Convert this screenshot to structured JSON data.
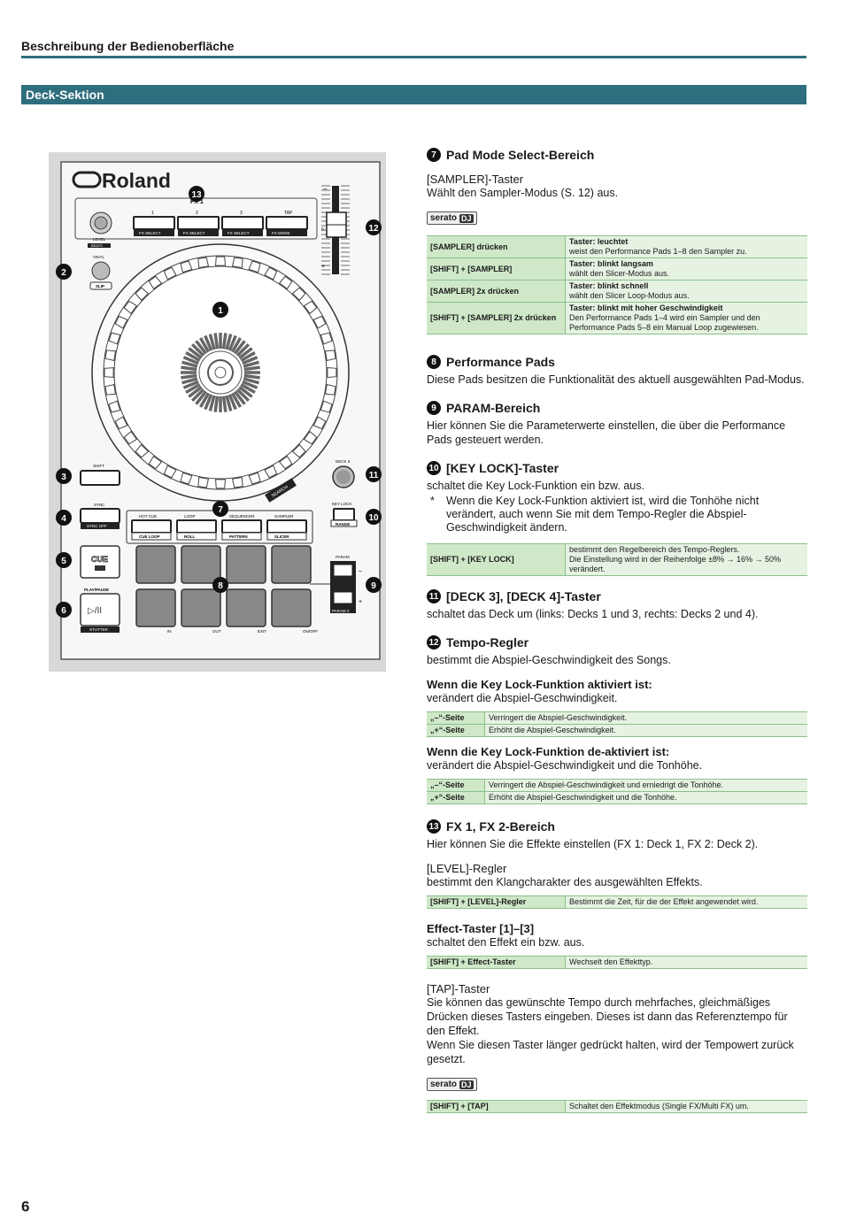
{
  "header": {
    "title": "Beschreibung der Bedienoberfläche"
  },
  "section": {
    "title": "Deck-Sektion"
  },
  "page_number": "6",
  "device": {
    "brand": "Roland",
    "fx_title": "FX 1",
    "fx_numbers": [
      "1",
      "2",
      "3",
      "TAP"
    ],
    "fx_button_labels": [
      "FX SELECT",
      "FX SELECT",
      "FX SELECT",
      "FX MODE"
    ],
    "level_label": "LEVEL",
    "beats_label": "BEATS",
    "vinyl_label": "VINYL",
    "slip_label": "SLIP",
    "shift_label": "SHIFT",
    "sync_label": "SYNC",
    "sync_off_label": "SYNC OFF",
    "cue_label": "CUE",
    "play_pause_label": "PLAY/PAUSE",
    "play_symbol": "▷/II",
    "stutter_label": "STUTTER",
    "deck3_label": "DECK 3",
    "key_lock_label": "KEY LOCK",
    "range_label": "RANGE",
    "param_label": "PARAM",
    "param2_label": "PARAM 2",
    "search_label": "SEARCH",
    "mode_labels": [
      "HOT CUE",
      "LOOP",
      "SEQUENCER",
      "SAMPLER"
    ],
    "mode_sub_labels": [
      "CUE LOOP",
      "ROLL",
      "PATTERN",
      "SLICER"
    ],
    "pad_bottom_labels": [
      "IN",
      "OUT",
      "EXIT",
      "ON/OFF"
    ],
    "tempo_minus": "–",
    "tempo_zero": "0",
    "tempo_plus": "+",
    "param_minus": "–",
    "param_plus": "+",
    "callouts": [
      "1",
      "2",
      "3",
      "4",
      "5",
      "6",
      "7",
      "8",
      "9",
      "10",
      "11",
      "12",
      "13"
    ]
  },
  "s7": {
    "num": "7",
    "title": "Pad Mode Select-Bereich",
    "sub": "[SAMPLER]-Taster",
    "desc": "Wählt den Sampler-Modus (S. 12) aus.",
    "badge": "serato",
    "badge_dj": "DJ",
    "rows": [
      {
        "key": "[SAMPLER] drücken",
        "bold": "Taster: leuchtet",
        "text": "weist den Performance Pads 1–8 den Sampler zu."
      },
      {
        "key": "[SHIFT] + [SAMPLER]",
        "bold": "Taster: blinkt langsam",
        "text": "wählt den Slicer-Modus aus."
      },
      {
        "key": "[SAMPLER] 2x drücken",
        "bold": "Taster: blinkt schnell",
        "text": "wählt den Slicer Loop-Modus aus."
      },
      {
        "key": "[SHIFT] + [SAMPLER] 2x drücken",
        "bold": "Taster: blinkt mit hoher Geschwindigkeit",
        "text": "Den Performance Pads 1–4 wird ein Sampler und den Performance Pads 5–8 ein Manual Loop zugewiesen."
      }
    ]
  },
  "s8": {
    "num": "8",
    "title": "Performance Pads",
    "desc": "Diese Pads besitzen die Funktionalität des aktuell ausgewählten Pad-Modus."
  },
  "s9": {
    "num": "9",
    "title": "PARAM-Bereich",
    "desc": "Hier können Sie die Parameterwerte einstellen, die über die Performance Pads gesteuert werden."
  },
  "s10": {
    "num": "10",
    "title": "[KEY LOCK]-Taster",
    "desc": "schaltet die Key Lock-Funktion ein bzw. aus.",
    "note_mark": "*",
    "note": "Wenn die Key Lock-Funktion aktiviert ist, wird die Tonhöhe nicht verändert, auch wenn Sie mit dem Tempo-Regler die Abspiel-Geschwindigkeit ändern.",
    "row_key": "[SHIFT] + [KEY LOCK]",
    "row_text1": "bestimmt den Regelbereich des Tempo-Reglers.",
    "row_text2": "Die Einstellung wird in der Reihenfolge ±8% → 16% → 50% verändert."
  },
  "s11": {
    "num": "11",
    "title": "[DECK 3], [DECK 4]-Taster",
    "desc": "schaltet das Deck um (links: Decks 1 und 3, rechts: Decks 2 und 4)."
  },
  "s12": {
    "num": "12",
    "title": "Tempo-Regler",
    "desc": "bestimmt die Abspiel-Geschwindigkeit des Songs.",
    "on_head": "Wenn die Key Lock-Funktion aktiviert ist:",
    "on_desc": "verändert die Abspiel-Geschwindigkeit.",
    "on_rows": [
      {
        "key": "„–“-Seite",
        "text": "Verringert die Abspiel-Geschwindigkeit."
      },
      {
        "key": "„+“-Seite",
        "text": "Erhöht die Abspiel-Geschwindigkeit."
      }
    ],
    "off_head": "Wenn die Key Lock-Funktion de-aktiviert ist:",
    "off_desc": "verändert die Abspiel-Geschwindigkeit und die Tonhöhe.",
    "off_rows": [
      {
        "key": "„–“-Seite",
        "text": "Verringert die Abspiel-Geschwindigkeit und erniedrigt die Tonhöhe."
      },
      {
        "key": "„+“-Seite",
        "text": "Erhöht die Abspiel-Geschwindigkeit und die Tonhöhe."
      }
    ]
  },
  "s13": {
    "num": "13",
    "title": "FX 1, FX 2-Bereich",
    "desc": "Hier können Sie die Effekte einstellen (FX 1: Deck 1, FX 2: Deck 2).",
    "level_head": "[LEVEL]-Regler",
    "level_desc": "bestimmt den Klangcharakter des ausgewählten Effekts.",
    "level_row_key": "[SHIFT] + [LEVEL]-Regler",
    "level_row_text": "Bestimmt die Zeit, für die der Effekt angewendet wird.",
    "effect_head": "Effect-Taster [1]–[3]",
    "effect_desc": "schaltet den Effekt ein bzw. aus.",
    "effect_row_key": "[SHIFT] + Effect-Taster",
    "effect_row_text": "Wechselt den Effekttyp.",
    "tap_head": "[TAP]-Taster",
    "tap_desc1": "Sie können das gewünschte Tempo durch mehrfaches, gleichmäßiges Drücken dieses Tasters eingeben. Dieses ist dann das Referenztempo für den Effekt.",
    "tap_desc2": "Wenn Sie diesen Taster länger gedrückt halten, wird der Tempowert zurück gesetzt.",
    "badge": "serato",
    "badge_dj": "DJ",
    "tap_row_key": "[SHIFT] + [TAP]",
    "tap_row_text": "Schaltet den Effektmodus (Single FX/Multi FX) um."
  }
}
